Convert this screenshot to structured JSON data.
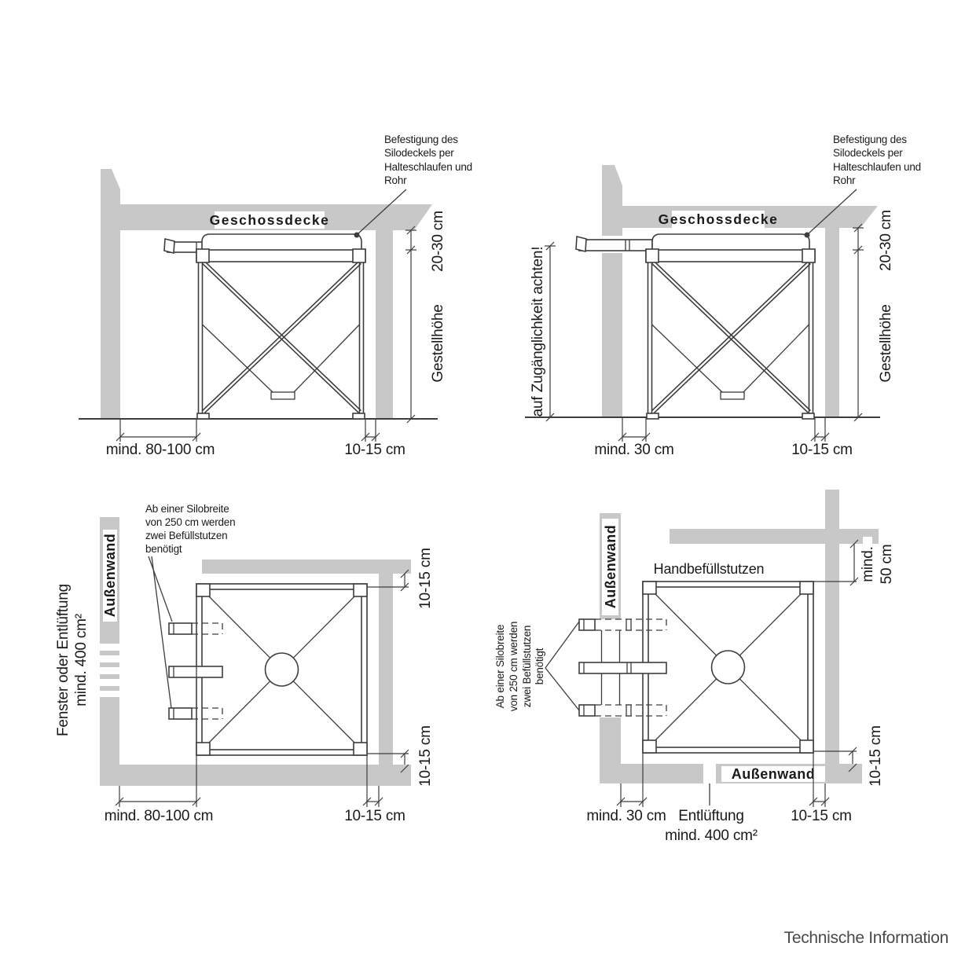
{
  "colors": {
    "wall_gray": "#c8c8c8",
    "line": "#3d3d3d",
    "text": "#1a1a1a",
    "footer_text": "#4a4a4a"
  },
  "footer": {
    "label": "Technische Information"
  },
  "p1": {
    "ceiling": "Geschossdecke",
    "note": [
      "Befestigung des",
      "Silodeckels per",
      "Halteschlaufen und",
      "Rohr"
    ],
    "gap_top": "20-30 cm",
    "height": "Gestellhöhe",
    "dist_wall": "mind. 80-100 cm",
    "dist_side": "10-15 cm"
  },
  "p2": {
    "ceiling": "Geschossdecke",
    "note": [
      "Befestigung des",
      "Silodeckels per",
      "Halteschlaufen und",
      "Rohr"
    ],
    "access": "auf Zugänglichkeit achten!",
    "gap_top": "20-30 cm",
    "height": "Gestellhöhe",
    "dist_wall": "mind. 30 cm",
    "dist_side": "10-15 cm"
  },
  "p3": {
    "window": [
      "Fenster oder Entlüftung",
      "mind. 400 cm²"
    ],
    "wall": "Außenwand",
    "stub_note": [
      "Ab einer Silobreite",
      "von 250 cm werden",
      "zwei Befüllstutzen",
      "benötigt"
    ],
    "gap_top": "10-15 cm",
    "gap_bottom": "10-15 cm",
    "dist_wall": "mind. 80-100 cm",
    "dist_side": "10-15 cm"
  },
  "p4": {
    "wall_left": "Außenwand",
    "wall_bottom": "Außenwand",
    "hand_fill": "Handbefüllstutzen",
    "stub_note": [
      "Ab einer Silobreite",
      "von 250 cm werden",
      "zwei Befüllstutzen",
      "benötigt"
    ],
    "clearance": [
      "mind.",
      "50 cm"
    ],
    "gap_right": "10-15 cm",
    "dist_wall": "mind. 30 cm",
    "vent": [
      "Entlüftung",
      "mind. 400 cm²"
    ],
    "dist_side": "10-15 cm"
  }
}
